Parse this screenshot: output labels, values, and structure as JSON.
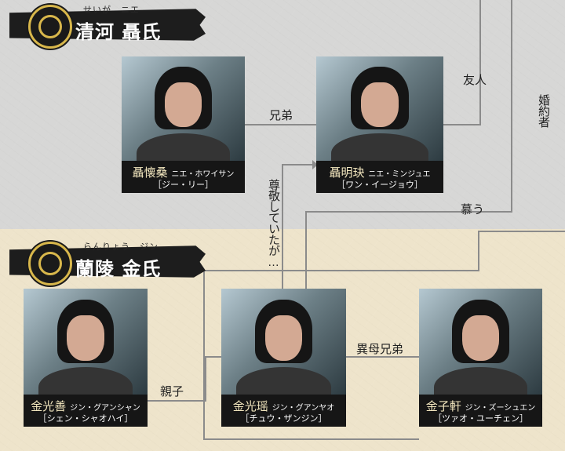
{
  "clans": [
    {
      "name": "清河 聶氏",
      "ruby": "せいが　ニエ"
    },
    {
      "name": "蘭陵 金氏",
      "ruby": "らんりょう　ジン"
    }
  ],
  "people": [
    {
      "name": "聶懐桑",
      "reading": "ニエ・ホワイサン",
      "actor": "［ジー・リー］"
    },
    {
      "name": "聶明玦",
      "reading": "ニエ・ミンジュエ",
      "actor": "［ワン・イージョウ］"
    },
    {
      "name": "金光善",
      "reading": "ジン・グアンシャン",
      "actor": "［シェン・シャオハイ］"
    },
    {
      "name": "金光瑶",
      "reading": "ジン・グアンヤオ",
      "actor": "［チュウ・ザンジン］"
    },
    {
      "name": "金子軒",
      "reading": "ジン・ズーシュエン",
      "actor": "［ツァオ・ユーチェン］"
    }
  ],
  "relations": {
    "brothers": "兄弟",
    "friend": "友人",
    "fiance": "婚約者",
    "respect": "尊敬していたが…",
    "admire": "慕う",
    "parent_child": "親子",
    "half_brothers": "異母兄弟"
  },
  "colors": {
    "gold": "#d8b74b",
    "line": "#8b8b8b"
  }
}
